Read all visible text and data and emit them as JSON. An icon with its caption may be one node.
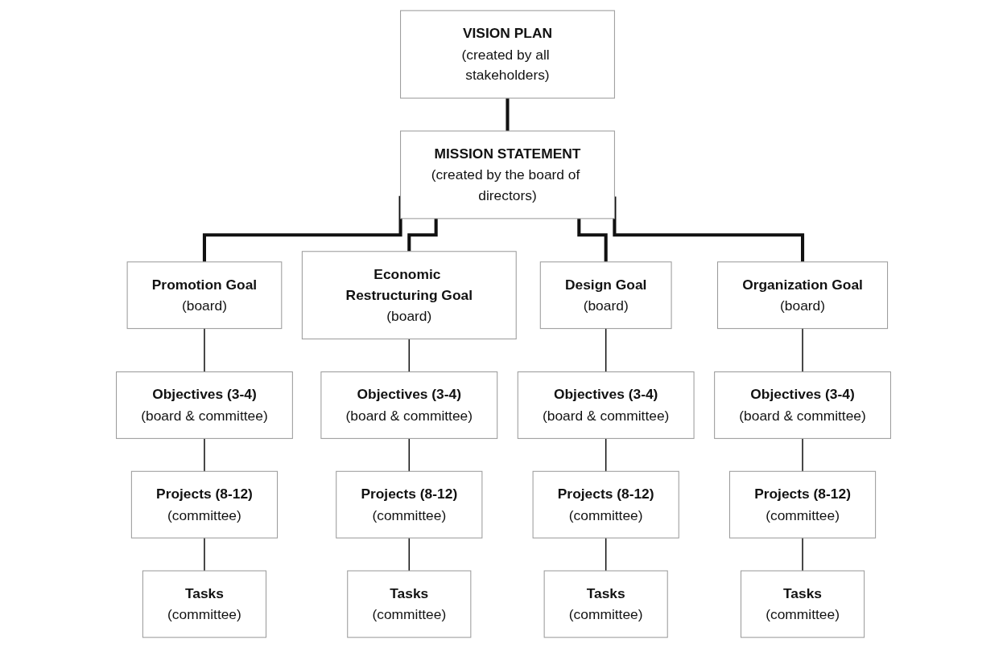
{
  "diagram": {
    "nodes": [
      {
        "text": [
          "VISION PLAN",
          "(created by all stakeholders)"
        ]
      },
      {
        "text": [
          "MISSION STATEMENT",
          "(created by the board of directors)"
        ]
      },
      {
        "text": [
          "Promotion Goal",
          "(board)"
        ]
      },
      {
        "text": [
          "Economic Restructuring Goal",
          "(board)"
        ]
      },
      {
        "text": [
          "Design Goal",
          "(board)"
        ]
      },
      {
        "text": [
          "Organization Goal",
          "(board)"
        ]
      },
      {
        "text": [
          "Objectives (3-4)",
          "(board & committee)"
        ]
      },
      {
        "text": [
          "Objectives (3-4)",
          "(board & committee)"
        ]
      },
      {
        "text": [
          "Objectives (3-4)",
          "(board & committee)"
        ]
      },
      {
        "text": [
          "Objectives (3-4)",
          "(board & committee)"
        ]
      },
      {
        "text": [
          "Projects (8-12)",
          "(committee)"
        ]
      },
      {
        "text": [
          "Projects (8-12)",
          "(committee)"
        ]
      },
      {
        "text": [
          "Projects (8-12)",
          "(committee)"
        ]
      },
      {
        "text": [
          "Projects (8-12)",
          "(committee)"
        ]
      },
      {
        "text": [
          "Tasks",
          "(committee)"
        ]
      },
      {
        "text": [
          "Tasks",
          "(committee)"
        ]
      },
      {
        "text": [
          "Tasks",
          "(committee)"
        ]
      },
      {
        "text": [
          "Tasks",
          "(committee)"
        ]
      }
    ],
    "edges": [
      {
        "from": 0,
        "to": 1,
        "arrow": "none",
        "style": "thick"
      },
      {
        "from": 1,
        "to": 2,
        "arrow": "none",
        "style": "thick"
      },
      {
        "from": 1,
        "to": 3,
        "arrow": "none",
        "style": "thick"
      },
      {
        "from": 1,
        "to": 4,
        "arrow": "none",
        "style": "thick"
      },
      {
        "from": 1,
        "to": 5,
        "arrow": "none",
        "style": "thick"
      },
      {
        "from": 2,
        "to": 6,
        "arrow": "none"
      },
      {
        "from": 3,
        "to": 7,
        "arrow": "none"
      },
      {
        "from": 4,
        "to": 8,
        "arrow": "none"
      },
      {
        "from": 5,
        "to": 9,
        "arrow": "none"
      },
      {
        "from": 6,
        "to": 10,
        "arrow": "none"
      },
      {
        "from": 7,
        "to": 11,
        "arrow": "none"
      },
      {
        "from": 8,
        "to": 12,
        "arrow": "none"
      },
      {
        "from": 9,
        "to": 13,
        "arrow": "none"
      },
      {
        "from": 10,
        "to": 14,
        "arrow": "none"
      },
      {
        "from": 11,
        "to": 15,
        "arrow": "none"
      },
      {
        "from": 12,
        "to": 16,
        "arrow": "none"
      },
      {
        "from": 13,
        "to": 17,
        "arrow": "none"
      }
    ]
  }
}
